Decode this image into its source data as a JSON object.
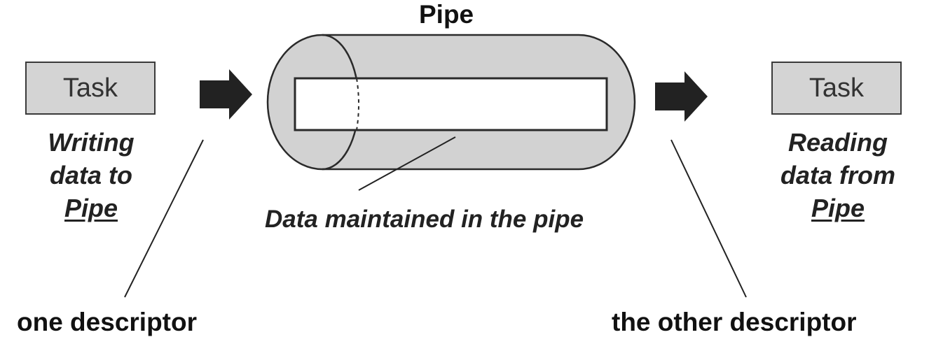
{
  "title": "Pipe",
  "left": {
    "task": "Task",
    "caption": [
      "Writing",
      "data to",
      "Pipe"
    ],
    "descriptor": "one descriptor"
  },
  "right": {
    "task": "Task",
    "caption": [
      "Reading",
      "data from",
      "Pipe"
    ],
    "descriptor": "the other descriptor"
  },
  "pipe_label": "Data maintained in the pipe",
  "colors": {
    "pipe_fill": "#d2d2d2",
    "box_fill": "#d4d4d4",
    "outline": "#2a2a2a",
    "arrow": "#222222"
  }
}
